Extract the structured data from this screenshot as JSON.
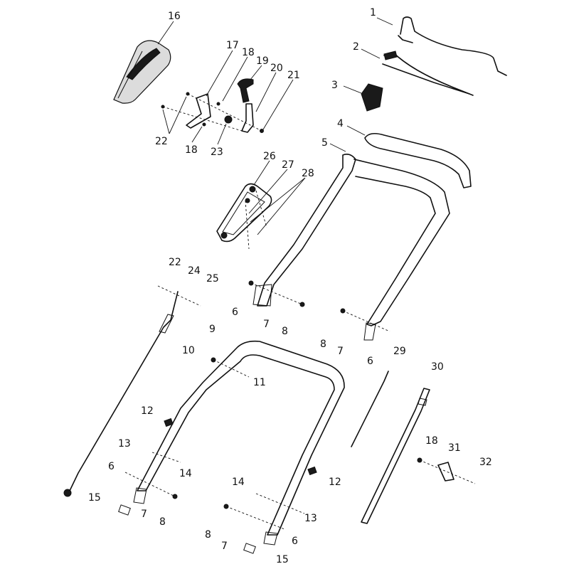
{
  "callouts": [
    {
      "id": "c1",
      "label": "1"
    },
    {
      "id": "c2",
      "label": "2"
    },
    {
      "id": "c3",
      "label": "3"
    },
    {
      "id": "c4",
      "label": "4"
    },
    {
      "id": "c5",
      "label": "5"
    },
    {
      "id": "c6a",
      "label": "6"
    },
    {
      "id": "c6b",
      "label": "6"
    },
    {
      "id": "c6c",
      "label": "6"
    },
    {
      "id": "c6d",
      "label": "6"
    },
    {
      "id": "c7a",
      "label": "7"
    },
    {
      "id": "c7b",
      "label": "7"
    },
    {
      "id": "c7c",
      "label": "7"
    },
    {
      "id": "c7d",
      "label": "7"
    },
    {
      "id": "c8a",
      "label": "8"
    },
    {
      "id": "c8b",
      "label": "8"
    },
    {
      "id": "c8c",
      "label": "8"
    },
    {
      "id": "c8d",
      "label": "8"
    },
    {
      "id": "c9",
      "label": "9"
    },
    {
      "id": "c10",
      "label": "10"
    },
    {
      "id": "c11",
      "label": "11"
    },
    {
      "id": "c12a",
      "label": "12"
    },
    {
      "id": "c12b",
      "label": "12"
    },
    {
      "id": "c13a",
      "label": "13"
    },
    {
      "id": "c13b",
      "label": "13"
    },
    {
      "id": "c14a",
      "label": "14"
    },
    {
      "id": "c14b",
      "label": "14"
    },
    {
      "id": "c15a",
      "label": "15"
    },
    {
      "id": "c15b",
      "label": "15"
    },
    {
      "id": "c16",
      "label": "16"
    },
    {
      "id": "c17",
      "label": "17"
    },
    {
      "id": "c18a",
      "label": "18"
    },
    {
      "id": "c18b",
      "label": "18"
    },
    {
      "id": "c18c",
      "label": "18"
    },
    {
      "id": "c19",
      "label": "19"
    },
    {
      "id": "c20",
      "label": "20"
    },
    {
      "id": "c21",
      "label": "21"
    },
    {
      "id": "c22a",
      "label": "22"
    },
    {
      "id": "c22b",
      "label": "22"
    },
    {
      "id": "c23",
      "label": "23"
    },
    {
      "id": "c24",
      "label": "24"
    },
    {
      "id": "c25",
      "label": "25"
    },
    {
      "id": "c26",
      "label": "26"
    },
    {
      "id": "c27",
      "label": "27"
    },
    {
      "id": "c28",
      "label": "28"
    },
    {
      "id": "c29",
      "label": "29"
    },
    {
      "id": "c30",
      "label": "30"
    },
    {
      "id": "c31",
      "label": "31"
    },
    {
      "id": "c32",
      "label": "32"
    }
  ],
  "colors": {
    "ink": "#111111",
    "background": "#ffffff",
    "shade": "#dcdcdc"
  }
}
